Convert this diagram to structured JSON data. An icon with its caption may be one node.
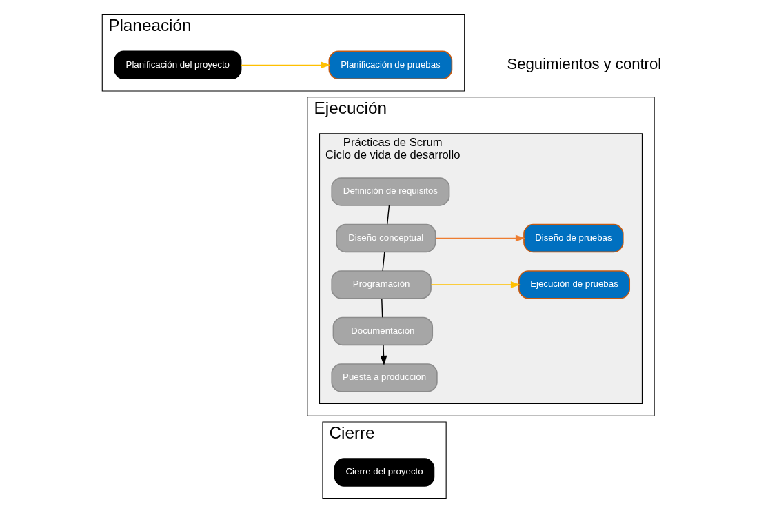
{
  "diagram": {
    "nodes": [
      {
        "text": [
          "Planeación"
        ]
      },
      {
        "text": [
          "Planificación del proyecto"
        ],
        "in": 0
      },
      {
        "text": [
          "Planificación de pruebas"
        ],
        "in": 0
      },
      {
        "text": [
          "Ejecución"
        ]
      },
      {
        "text": [
          "Prácticas de Scrum",
          "Ciclo de vida de desarrollo"
        ],
        "in": 3
      },
      {
        "text": [
          "Definición de requisitos"
        ],
        "in": 4
      },
      {
        "text": [
          "Diseño conceptual"
        ],
        "in": 4
      },
      {
        "text": [
          "Diseño de pruebas"
        ],
        "in": 4
      },
      {
        "text": [
          "Programación"
        ],
        "in": 4
      },
      {
        "text": [
          "Ejecución de pruebas"
        ],
        "in": 4
      },
      {
        "text": [
          "Documentación"
        ],
        "in": 4
      },
      {
        "text": [
          "Puesta a producción"
        ],
        "in": 4
      },
      {
        "text": [
          "Cierre"
        ]
      },
      {
        "text": [
          "Cierre del proyecto"
        ],
        "in": 12
      }
    ],
    "edges": [
      {
        "from": 1,
        "to": 2,
        "arrow": "to",
        "color": "#ffc000"
      },
      {
        "from": 5,
        "to": 6,
        "arrow": "none"
      },
      {
        "from": 6,
        "to": 7,
        "arrow": "to",
        "color": "#ed7d31"
      },
      {
        "from": 6,
        "to": 8,
        "arrow": "none"
      },
      {
        "from": 8,
        "to": 9,
        "arrow": "to",
        "color": "#ffc000"
      },
      {
        "from": 8,
        "to": 10,
        "arrow": "none"
      },
      {
        "from": 10,
        "to": 11,
        "arrow": "to"
      }
    ],
    "labels": [
      "Seguimientos y control"
    ]
  }
}
